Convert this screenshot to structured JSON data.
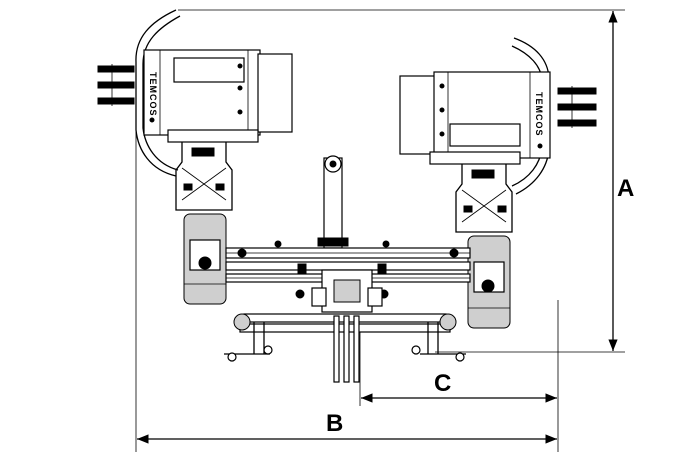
{
  "diagram": {
    "dimension_labels": {
      "height": "A",
      "width": "B",
      "offset": "C"
    },
    "brand_label_left": "TEMCOS",
    "brand_label_right": "TEMCOS",
    "colors": {
      "line": "#000000",
      "background": "#ffffff",
      "shade": "#cfcfcf"
    }
  }
}
